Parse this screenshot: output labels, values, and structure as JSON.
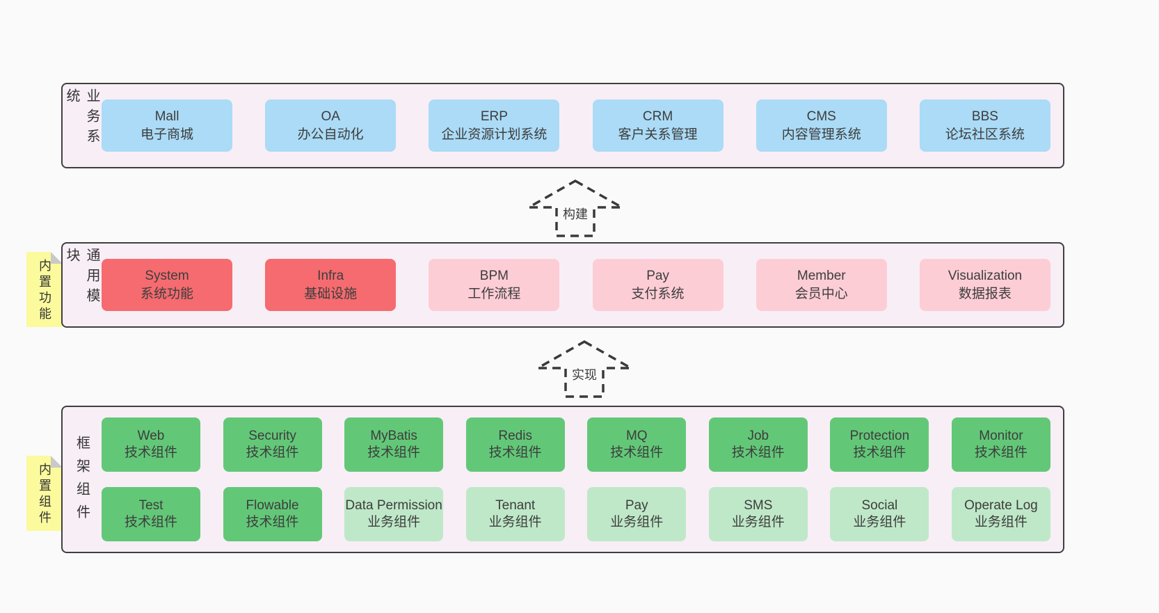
{
  "colors": {
    "background": "#fafafa",
    "panel": "#f8eef6",
    "panel_border": "#3f3f3f",
    "blue": "#abdbf6",
    "red": "#f56b6f",
    "pink": "#fdcdd6",
    "green": "#62c878",
    "green_light": "#bfe8c8",
    "sticky_yellow": "#fbfa9d",
    "sticky_fold": "#c9c9c9",
    "text": "#3d3d3d"
  },
  "arrows": [
    {
      "label": "构建"
    },
    {
      "label": "实现"
    }
  ],
  "bands": [
    {
      "label": "业务系统",
      "boxes": [
        {
          "title": "Mall",
          "subtitle": "电子商城"
        },
        {
          "title": "OA",
          "subtitle": "办公自动化"
        },
        {
          "title": "ERP",
          "subtitle": "企业资源计划系统"
        },
        {
          "title": "CRM",
          "subtitle": "客户关系管理"
        },
        {
          "title": "CMS",
          "subtitle": "内容管理系统"
        },
        {
          "title": "BBS",
          "subtitle": "论坛社区系统"
        }
      ]
    },
    {
      "label": "通用模块",
      "sticky": "内置功能",
      "boxes": [
        {
          "title": "System",
          "subtitle": "系统功能"
        },
        {
          "title": "Infra",
          "subtitle": "基础设施"
        },
        {
          "title": "BPM",
          "subtitle": "工作流程"
        },
        {
          "title": "Pay",
          "subtitle": "支付系统"
        },
        {
          "title": "Member",
          "subtitle": "会员中心"
        },
        {
          "title": "Visualization",
          "subtitle": "数据报表"
        }
      ]
    },
    {
      "label": "框架组件",
      "sticky": "内置组件",
      "rows": [
        [
          {
            "title": "Web",
            "subtitle": "技术组件"
          },
          {
            "title": "Security",
            "subtitle": "技术组件"
          },
          {
            "title": "MyBatis",
            "subtitle": "技术组件"
          },
          {
            "title": "Redis",
            "subtitle": "技术组件"
          },
          {
            "title": "MQ",
            "subtitle": "技术组件"
          },
          {
            "title": "Job",
            "subtitle": "技术组件"
          },
          {
            "title": "Protection",
            "subtitle": "技术组件"
          },
          {
            "title": "Monitor",
            "subtitle": "技术组件"
          }
        ],
        [
          {
            "title": "Test",
            "subtitle": "技术组件"
          },
          {
            "title": "Flowable",
            "subtitle": "技术组件"
          },
          {
            "title": "Data Permission",
            "subtitle": "业务组件"
          },
          {
            "title": "Tenant",
            "subtitle": "业务组件"
          },
          {
            "title": "Pay",
            "subtitle": "业务组件"
          },
          {
            "title": "SMS",
            "subtitle": "业务组件"
          },
          {
            "title": "Social",
            "subtitle": "业务组件"
          },
          {
            "title": "Operate Log",
            "subtitle": "业务组件"
          }
        ]
      ]
    }
  ]
}
